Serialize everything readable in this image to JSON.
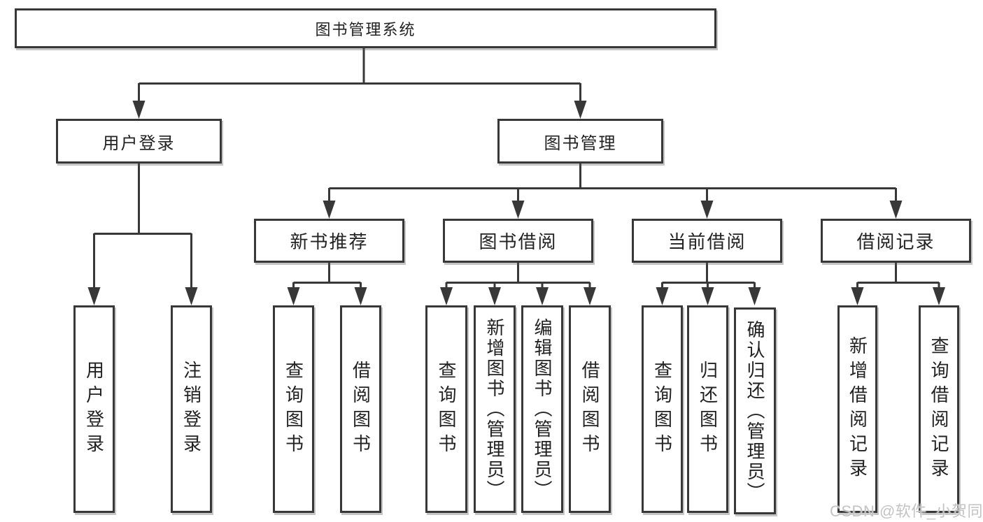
{
  "diagram": {
    "root": {
      "label": "图书管理系统"
    },
    "level2": [
      {
        "label": "用户登录"
      },
      {
        "label": "图书管理"
      }
    ],
    "level3": [
      {
        "label": "新书推荐"
      },
      {
        "label": "图书借阅"
      },
      {
        "label": "当前借阅"
      },
      {
        "label": "借阅记录"
      }
    ],
    "leaves": {
      "user_login": [
        {
          "label": "用户登录"
        },
        {
          "label": "注销登录"
        }
      ],
      "new_book": [
        {
          "label": "查询图书"
        },
        {
          "label": "借阅图书"
        }
      ],
      "book_borrow": [
        {
          "label": "查询图书"
        },
        {
          "label": "新增图书（管理员）"
        },
        {
          "label": "编辑图书（管理员）"
        },
        {
          "label": "借阅图书"
        }
      ],
      "current_borrow": [
        {
          "label": "查询图书"
        },
        {
          "label": "归还图书"
        },
        {
          "label": "确认归还（管理员）"
        }
      ],
      "borrow_record": [
        {
          "label": "新增借阅记录"
        },
        {
          "label": "查询借阅记录"
        }
      ]
    },
    "colors": {
      "line": "#383838",
      "border": "#383838",
      "text": "#222222",
      "watermark": "#c3c3c3",
      "background": "#ffffff"
    },
    "watermark": "CSDN @软件_小贺同学"
  }
}
